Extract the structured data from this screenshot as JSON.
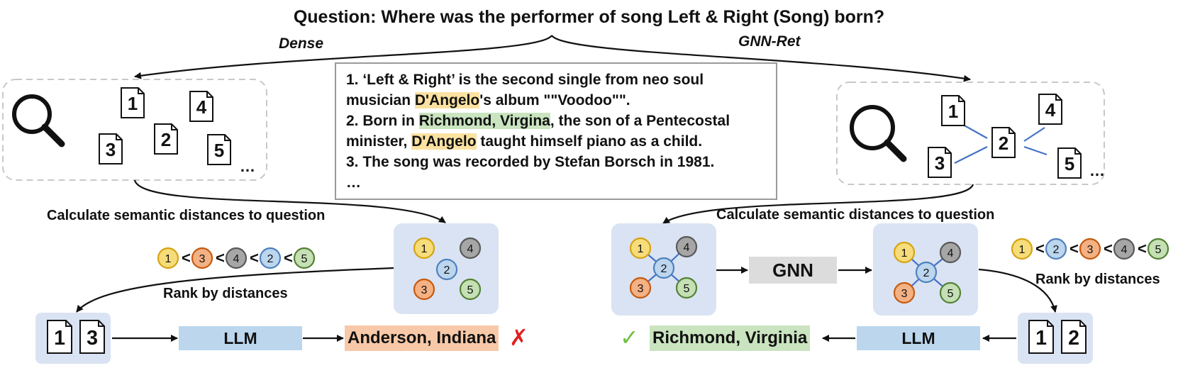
{
  "question": "Question: Where was the performer of song Left & Right (Song) born?",
  "methods": {
    "left": "Dense",
    "right": "GNN-Ret"
  },
  "passages": {
    "p1_a": "1. ‘Left & Right’ is the second single from neo soul",
    "p1_b_pre": "musician ",
    "p1_b_hl": "D'Angelo",
    "p1_b_post": "'s album \"\"Voodoo\"\".",
    "p2_a_pre": "2. Born in ",
    "p2_a_hl": "Richmond, Virgina",
    "p2_a_post": ", the son of a Pentecostal",
    "p2_b_pre": "minister, ",
    "p2_b_hl": "D'Angelo",
    "p2_b_post": " taught himself piano as a child.",
    "p3": "3. The song was recorded by Stefan Borsch in 1981.",
    "more": "…"
  },
  "doc_numbers": [
    "1",
    "2",
    "3",
    "4",
    "5"
  ],
  "ellipsis": "…",
  "steps": {
    "calc_left": "Calculate semantic distances to question",
    "calc_right": "Calculate semantic distances to question",
    "rank_left": "Rank by distances",
    "rank_right": "Rank by distances"
  },
  "ranking_left": [
    "1",
    "<",
    "3",
    "<",
    "4",
    "<",
    "2",
    "<",
    "5"
  ],
  "ranking_right": [
    "1",
    "<",
    "2",
    "<",
    "3",
    "<",
    "4",
    "<",
    "5"
  ],
  "retrieved_left": [
    "1",
    "3"
  ],
  "retrieved_right": [
    "1",
    "2"
  ],
  "llm_label": "LLM",
  "gnn_label": "GNN",
  "answers": {
    "wrong": "Anderson, Indiana",
    "right": "Richmond, Virginia"
  },
  "marks": {
    "wrong": "✗",
    "right": "✓"
  },
  "colors": {
    "node1": "#f7dc7a",
    "node1_border": "#d4a413",
    "node2": "#bcd6ee",
    "node2_border": "#4f81bd",
    "node3": "#f4b183",
    "node3_border": "#c55a11",
    "node4": "#a6a6a6",
    "node4_border": "#595959",
    "node5": "#c5e0b4",
    "node5_border": "#548235",
    "panel": "#dae3f3",
    "edge": "#4472c4",
    "wrong_mark": "#e02020",
    "right_mark": "#70c040"
  }
}
